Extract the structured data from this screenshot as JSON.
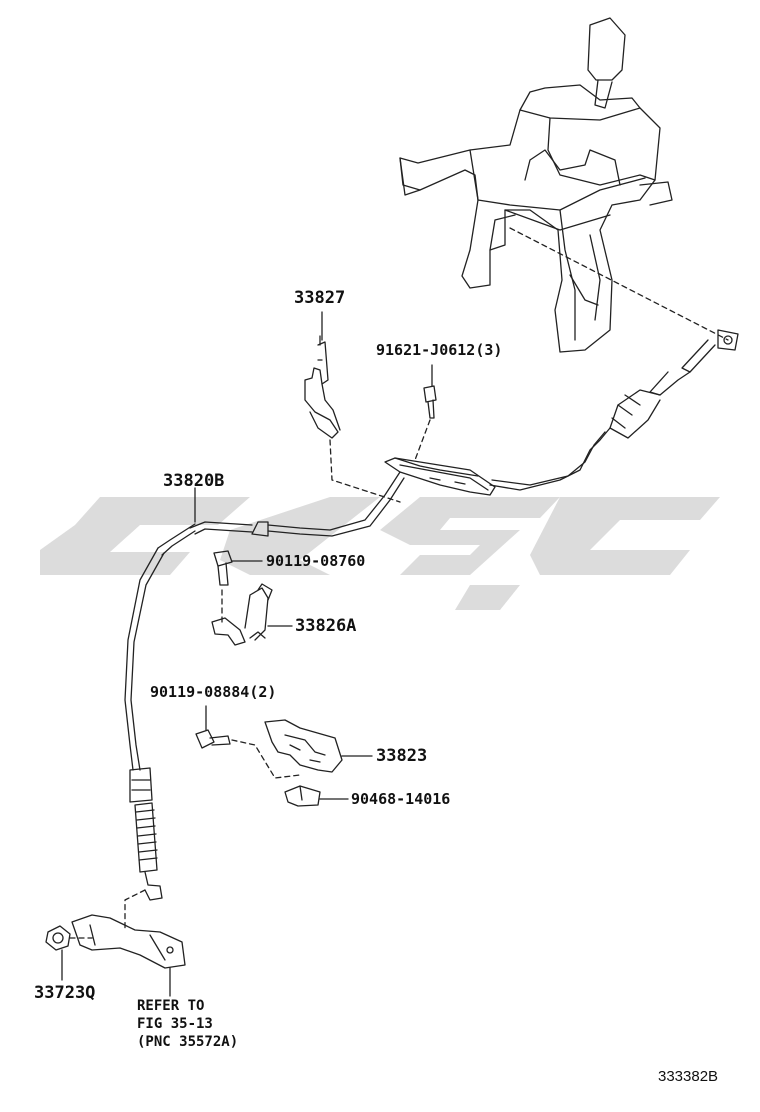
{
  "labels": {
    "p33827": "33827",
    "p91621": "91621-J0612(3)",
    "p33820B": "33820B",
    "p90119_08760": "90119-08760",
    "p33826A": "33826A",
    "p90119_08884": "90119-08884(2)",
    "p33823": "33823",
    "p90468": "90468-14016",
    "p33723Q": "33723Q"
  },
  "note": {
    "line1": "REFER TO",
    "line2": "FIG 35-13",
    "line3": "(PNC 35572A)"
  },
  "figure_code": "333382B",
  "colors": {
    "line": "#222222",
    "watermark": "#d4d4d4"
  }
}
